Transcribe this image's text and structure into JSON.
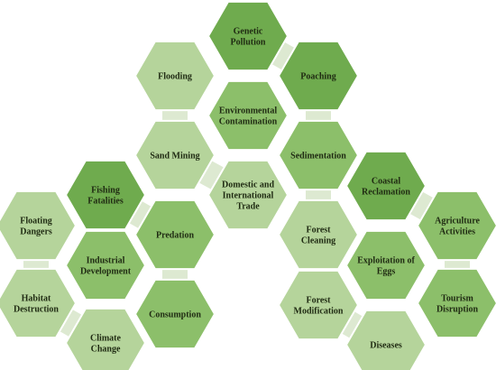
{
  "colors": {
    "light": "#b5d49b",
    "medium": "#8cbf6a",
    "dark": "#6fab4e",
    "connector": "#dde9d1",
    "stroke": "#ffffff",
    "text": "#1f2a12"
  },
  "hexagons": [
    {
      "id": "genetic-pollution",
      "lines": [
        "Genetic",
        "Pollution"
      ],
      "tone": "dark"
    },
    {
      "id": "flooding",
      "lines": [
        "Flooding"
      ],
      "tone": "light"
    },
    {
      "id": "poaching",
      "lines": [
        "Poaching"
      ],
      "tone": "dark"
    },
    {
      "id": "environmental-contamination",
      "lines": [
        "Environmental",
        "Contamination"
      ],
      "tone": "medium"
    },
    {
      "id": "sand-mining",
      "lines": [
        "Sand Mining"
      ],
      "tone": "light"
    },
    {
      "id": "sedimentation",
      "lines": [
        "Sedimentation"
      ],
      "tone": "medium"
    },
    {
      "id": "fishing-fatalities",
      "lines": [
        "Fishing",
        "Fatalities"
      ],
      "tone": "dark"
    },
    {
      "id": "domestic-international-trade",
      "lines": [
        "Domestic and",
        "International",
        "Trade"
      ],
      "tone": "light"
    },
    {
      "id": "coastal-reclamation",
      "lines": [
        "Coastal",
        "Reclamation"
      ],
      "tone": "dark"
    },
    {
      "id": "floating-dangers",
      "lines": [
        "Floating",
        "Dangers"
      ],
      "tone": "light"
    },
    {
      "id": "predation",
      "lines": [
        "Predation"
      ],
      "tone": "medium"
    },
    {
      "id": "forest-cleaning",
      "lines": [
        "Forest",
        "Cleaning"
      ],
      "tone": "light"
    },
    {
      "id": "agriculture-activities",
      "lines": [
        "Agriculture",
        "Activities"
      ],
      "tone": "medium"
    },
    {
      "id": "industrial-development",
      "lines": [
        "Industrial",
        "Development"
      ],
      "tone": "medium"
    },
    {
      "id": "exploitation-of-eggs",
      "lines": [
        "Exploitation of",
        "Eggs"
      ],
      "tone": "medium"
    },
    {
      "id": "habitat-destruction",
      "lines": [
        "Habitat",
        "Destruction"
      ],
      "tone": "light"
    },
    {
      "id": "consumption",
      "lines": [
        "Consumption"
      ],
      "tone": "medium"
    },
    {
      "id": "forest-modification",
      "lines": [
        "Forest",
        "Modification"
      ],
      "tone": "light"
    },
    {
      "id": "tourism-disruption",
      "lines": [
        "Tourism",
        "Disruption"
      ],
      "tone": "medium"
    },
    {
      "id": "climate-change",
      "lines": [
        "Climate",
        "Change"
      ],
      "tone": "light"
    },
    {
      "id": "diseases",
      "lines": [
        "Diseases"
      ],
      "tone": "light"
    }
  ]
}
